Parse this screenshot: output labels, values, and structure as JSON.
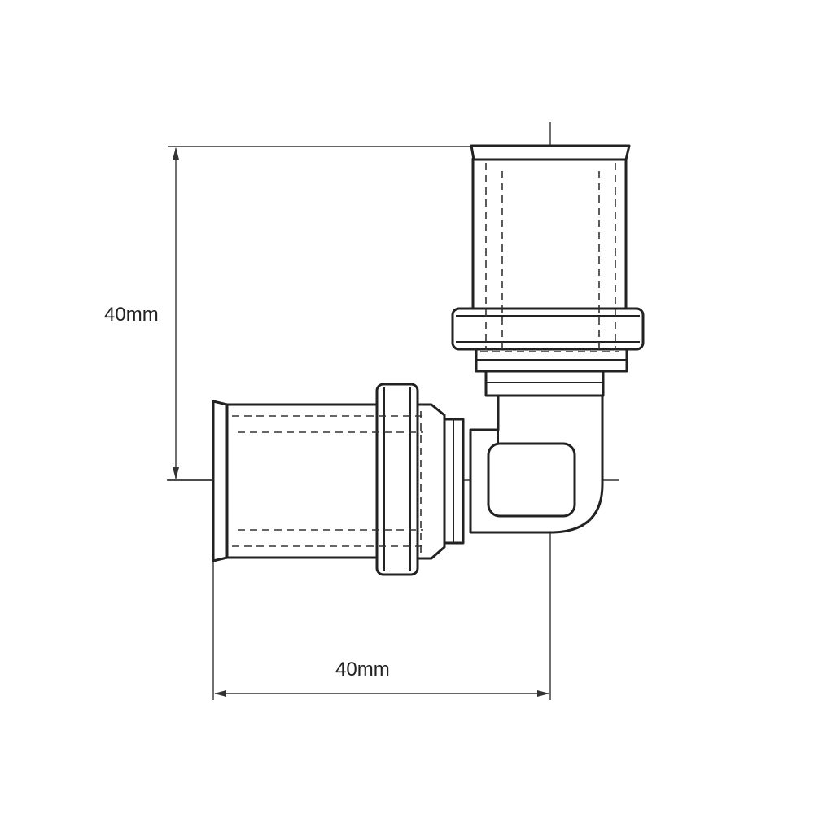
{
  "drawing": {
    "subject": "elbow-press-fitting",
    "dimensions": {
      "vertical_label": "40mm",
      "horizontal_label": "40mm"
    }
  }
}
